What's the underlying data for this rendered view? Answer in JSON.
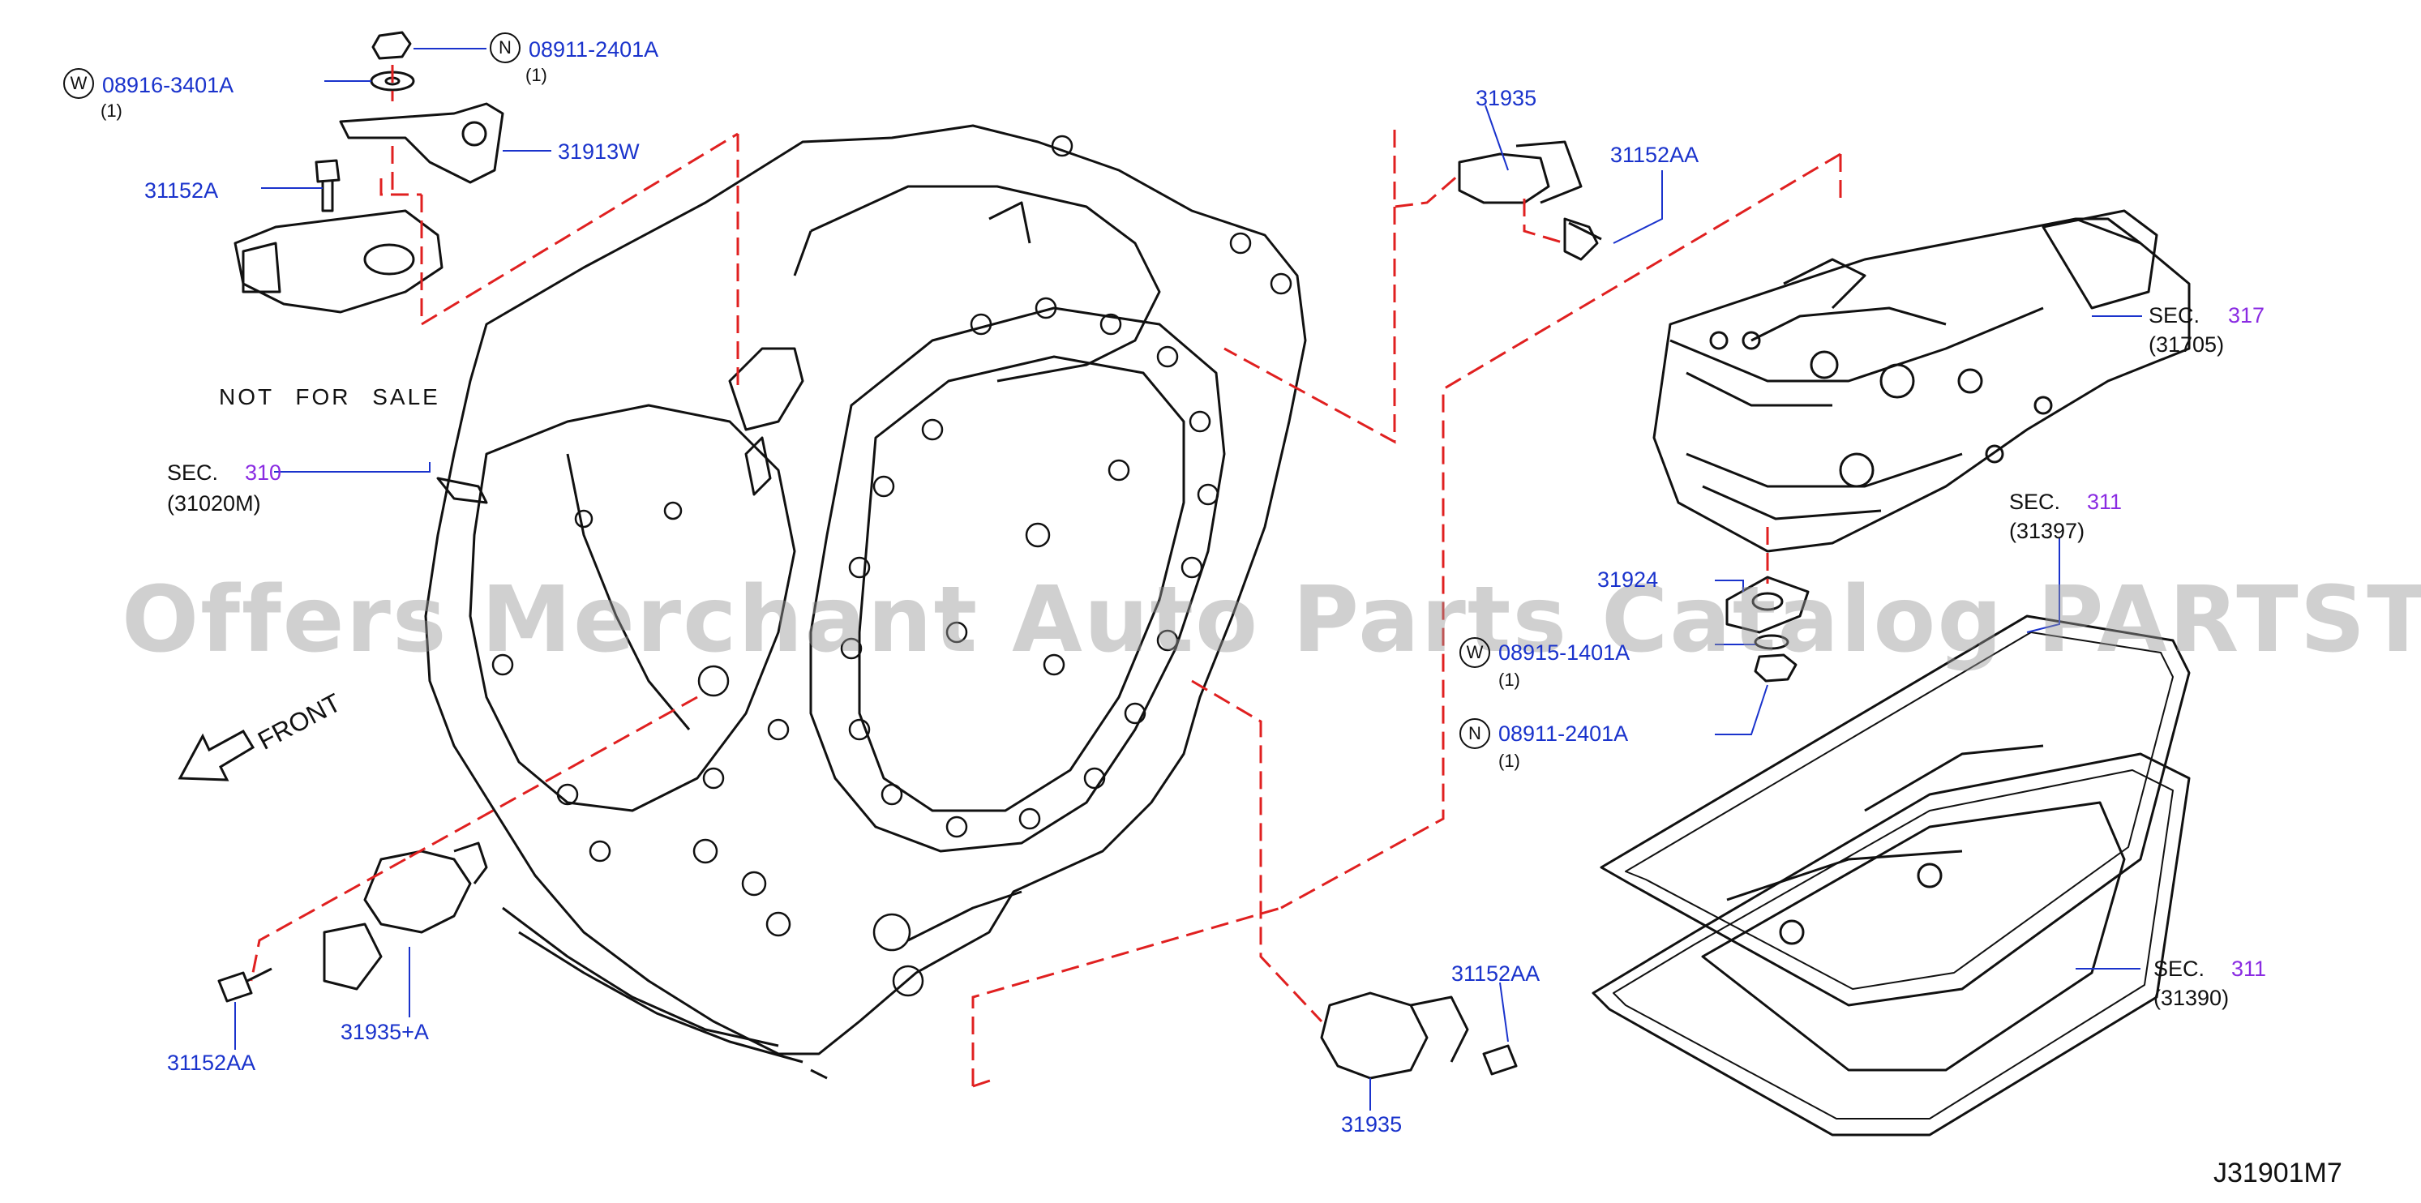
{
  "watermark": "Offers Merchant Auto Parts Catalog PARTSTORE.SA",
  "diagram_code": "J31901M7",
  "front_label": "FRONT",
  "not_for_sale": "NOT  FOR  SALE",
  "parts": {
    "p08911_top": {
      "circle": "N",
      "code": "08911-2401A",
      "qty": "(1)"
    },
    "p08916": {
      "circle": "W",
      "code": "08916-3401A",
      "qty": "(1)"
    },
    "p31913W": {
      "code": "31913W"
    },
    "p31152A": {
      "code": "31152A"
    },
    "p31935_top": {
      "code": "31935"
    },
    "p31152AA_top": {
      "code": "31152AA"
    },
    "sec317": {
      "prefix": "SEC.",
      "num": "317",
      "sub": "(31705)"
    },
    "sec310": {
      "prefix": "SEC.",
      "num": "310",
      "sub": "(31020M)"
    },
    "sec311a": {
      "prefix": "SEC.",
      "num": "311",
      "sub": "(31397)"
    },
    "p31924": {
      "code": "31924"
    },
    "p08915": {
      "circle": "W",
      "code": "08915-1401A",
      "qty": "(1)"
    },
    "p08911_mid": {
      "circle": "N",
      "code": "08911-2401A",
      "qty": "(1)"
    },
    "sec311b": {
      "prefix": "SEC.",
      "num": "311",
      "sub": "(31390)"
    },
    "p31152AA_left": {
      "code": "31152AA"
    },
    "p31935A": {
      "code": "31935+A"
    },
    "p31152AA_bot": {
      "code": "31152AA"
    },
    "p31935_bot": {
      "code": "31935"
    }
  },
  "colors": {
    "part_number": "#1a33cc",
    "section_number": "#8a2be2",
    "dash_line": "#e02020",
    "drawing": "#111111"
  }
}
